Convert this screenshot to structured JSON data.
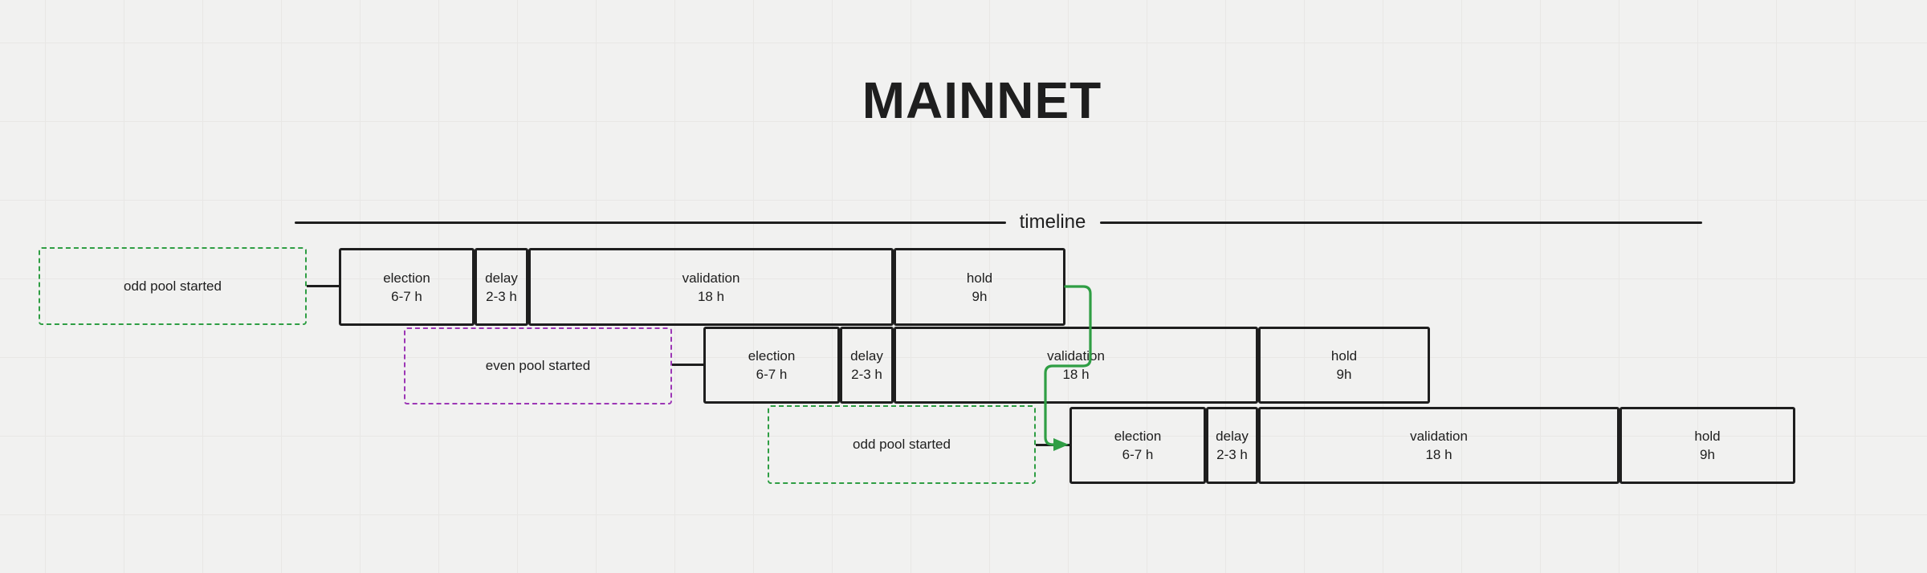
{
  "title": "MAINNET",
  "timeline": {
    "label": "timeline"
  },
  "colors": {
    "ink": "#1e1e1e",
    "green": "#2f9e44",
    "purple": "#9c36b5",
    "background": "#f1f1f0"
  },
  "rows": [
    {
      "start_label": "odd pool started",
      "start_color": "#2f9e44",
      "phases": [
        {
          "name": "election",
          "duration": "6-7 h"
        },
        {
          "name": "delay",
          "duration": "2-3 h"
        },
        {
          "name": "validation",
          "duration": "18 h"
        },
        {
          "name": "hold",
          "duration": "9h"
        }
      ]
    },
    {
      "start_label": "even pool started",
      "start_color": "#9c36b5",
      "phases": [
        {
          "name": "election",
          "duration": "6-7 h"
        },
        {
          "name": "delay",
          "duration": "2-3 h"
        },
        {
          "name": "validation",
          "duration": "18 h"
        },
        {
          "name": "hold",
          "duration": "9h"
        }
      ]
    },
    {
      "start_label": "odd pool started",
      "start_color": "#2f9e44",
      "phases": [
        {
          "name": "election",
          "duration": "6-7 h"
        },
        {
          "name": "delay",
          "duration": "2-3 h"
        },
        {
          "name": "validation",
          "duration": "18 h"
        },
        {
          "name": "hold",
          "duration": "9h"
        }
      ]
    }
  ],
  "flow_arrow": {
    "color": "#2f9e44",
    "from": "row-1 hold",
    "to": "row-3 election"
  }
}
